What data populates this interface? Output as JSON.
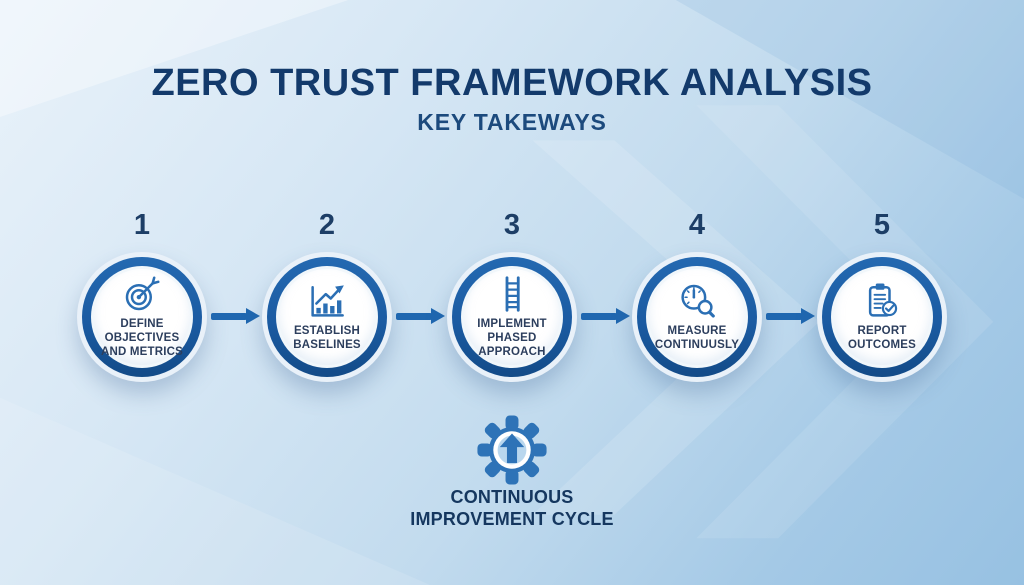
{
  "header": {
    "title": "ZERO TRUST FRAMEWORK ANALYSIS",
    "subtitle": "KEY TAKEWAYS"
  },
  "steps": [
    {
      "number": "1",
      "label": "DEFINE OBJECTIVES AND METRICS",
      "icon": "target-dart-icon"
    },
    {
      "number": "2",
      "label": "ESTABLISH BASELINES",
      "icon": "bar-chart-growth-icon"
    },
    {
      "number": "3",
      "label": "IMPLEMENT PHASED APPROACH",
      "icon": "ladder-icon"
    },
    {
      "number": "4",
      "label": "MEASURE CONTINUUSLY",
      "icon": "clock-magnifier-icon"
    },
    {
      "number": "5",
      "label": "REPORT OUTCOMES",
      "icon": "clipboard-check-icon"
    }
  ],
  "footer": {
    "icon": "gear-up-arrow-icon",
    "label": "CONTINUOUS IMPROVEMENT CYCLE"
  },
  "colors": {
    "title_navy": "#133a6b",
    "subtitle_navy": "#1c4a7d",
    "ring_blue_top": "#2469b1",
    "ring_blue_bottom": "#134b88",
    "icon_blue": "#2b6fb4",
    "arrow_blue": "#1f67b0",
    "gear_blue": "#2e73b7",
    "label_dark": "#2c3e5d",
    "bg_light": "#e9f2fa",
    "bg_deep": "#97c1e2"
  }
}
